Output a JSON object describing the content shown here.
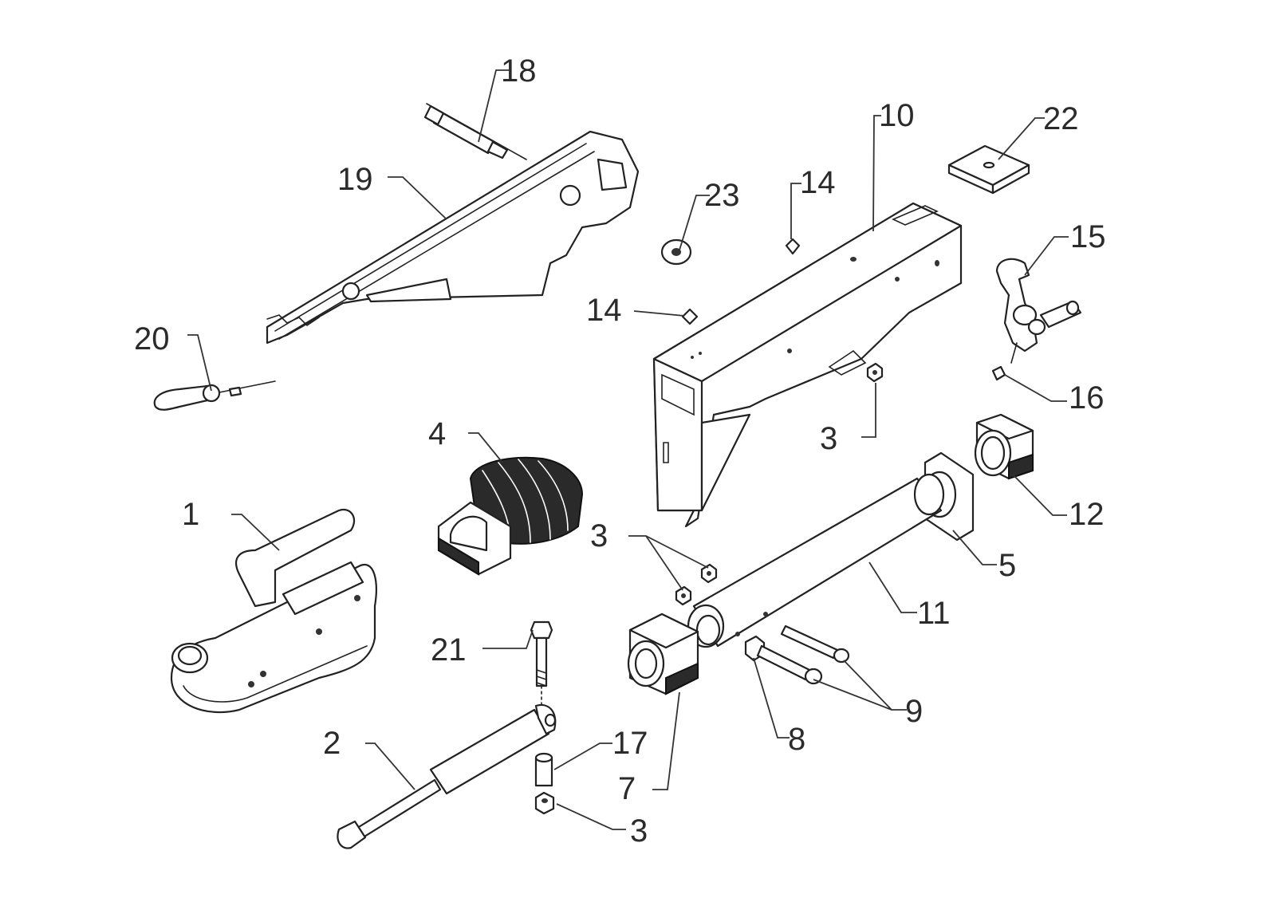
{
  "labels": {
    "p1": "1",
    "p2": "2",
    "p3a": "3",
    "p3b": "3",
    "p3c": "3",
    "p4": "4",
    "p5": "5",
    "p7": "7",
    "p8": "8",
    "p9": "9",
    "p10": "10",
    "p11": "11",
    "p12": "12",
    "p14a": "14",
    "p14b": "14",
    "p15": "15",
    "p16": "16",
    "p17": "17",
    "p18": "18",
    "p19": "19",
    "p20": "20",
    "p21": "21",
    "p22": "22",
    "p23": "23"
  },
  "colors": {
    "line": "#222222",
    "text": "#2b2b2b",
    "background": "#ffffff"
  }
}
